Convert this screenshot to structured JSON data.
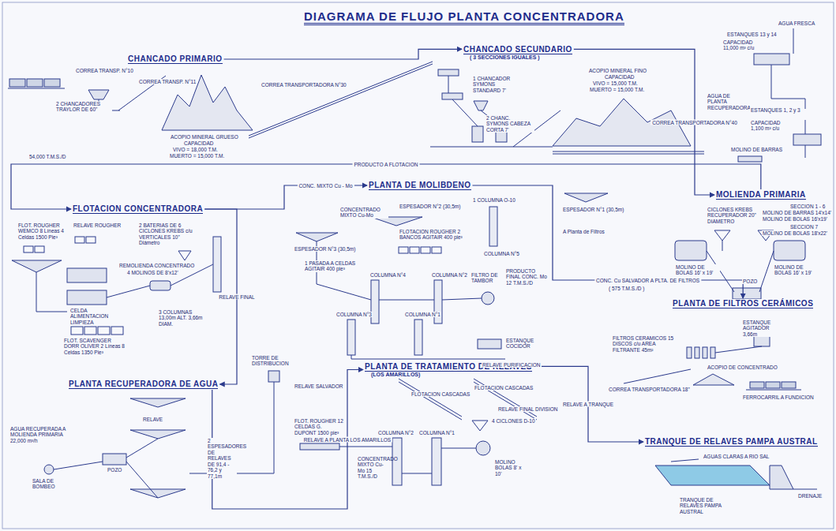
{
  "diagram": {
    "title": "DIAGRAMA DE FLUJO  PLANTA CONCENTRADORA",
    "nodes": [
      {
        "text": [
          "CHANCADO PRIMARIO"
        ]
      },
      {
        "text": [
          "CHANCADO SECUNDARIO",
          "( 3 SECCIONES IGUALES )"
        ]
      },
      {
        "text": [
          "MOLIENDA PRIMARIA"
        ]
      },
      {
        "text": [
          "FLOTACION CONCENTRADORA"
        ]
      },
      {
        "text": [
          "PLANTA DE MOLIBDENO"
        ]
      },
      {
        "text": [
          "PLANTA DE FILTROS CERÁMICOS"
        ]
      },
      {
        "text": [
          "PLANTA RECUPERADORA DE AGUA"
        ]
      },
      {
        "text": [
          "PLANTA DE TRATAMIENTO DE RELAVES",
          "(LOS AMARILLOS)"
        ]
      },
      {
        "text": [
          "TRANQUE DE RELAVES PAMPA AUSTRAL"
        ]
      }
    ],
    "edges": [
      {
        "from": 0,
        "to": 1,
        "arrow": "to"
      },
      {
        "from": 1,
        "to": 2,
        "label": "CORREA TRANSPORTADORA N°40",
        "arrow": "to"
      },
      {
        "from": 2,
        "to": 3,
        "label": "PRODUCTO A FLOTACION",
        "arrow": "to"
      },
      {
        "from": 3,
        "to": 4,
        "label": "CONC. MIXTO Cu - Mo",
        "arrow": "to"
      },
      {
        "from": 4,
        "to": 5,
        "label": "CONC. Cu SALVADOR A PLTA. DE FILTROS",
        "arrow": "to"
      },
      {
        "from": 3,
        "to": 6,
        "label": "RELAVE FINAL",
        "arrow": "to"
      },
      {
        "from": 6,
        "to": 7,
        "label": "RELAVE A PLANTA LOS AMARILLOS",
        "arrow": "to"
      },
      {
        "from": 7,
        "to": 8,
        "label": "RELAVE A TRANQUE",
        "arrow": "to"
      }
    ],
    "labels": [
      "CORREA TRANSP. N°10",
      "CORREA TRANSP. N°11",
      "2 CHANCADORES TRAYLOR DE 60\"",
      "ACOPIO MINERAL GRUESO",
      "CAPACIDAD",
      "VIVO = 18,000 T.M.",
      "MUERTO = 15,000 T.M.",
      "CORREA TRANSPORTADORA N°30",
      "1 CHANCADOR SYMONS STANDARD 7'",
      "2 CHANC. SYMONS CABEZA CORTA 7'",
      "ACOPIO MINERAL FINO",
      "CAPACIDAD",
      "VIVO = 15,000 T.M.",
      "MUERTO = 15,000 T.M.",
      "AGUA FRESCA",
      "ESTANQUES 13 y 14",
      "CAPACIDAD 11,000 m³ c/u",
      "AGUA DE PLANTA RECUPERADORA",
      "ESTANQUES 1, 2 y 3",
      "CAPACIDAD 1,100 m³ c/u",
      "MOLINO DE BARRAS",
      "54,000 T.M.S./D",
      "SECCION 1 - 6",
      "MOLINO DE BARRAS 14'x14'",
      "MOLINO DE BOLAS 16'x19'",
      "SECCION 7",
      "MOLINO DE BOLAS 18'x22'",
      "CICLONES KREBS RECUPERADOR 20\" DIAMETRO",
      "MOLINO DE BOLAS 16' x 19'",
      "MOLINO DE BOLAS 16' x 19'",
      "POZO",
      "FLOT. ROUGHER WEMCO 8 Líneas 4 Celdas 1500 Pie³",
      "RELAVE ROUGHER",
      "2 BATERIAS DE 6 CICLONES KREBS c/u VERTICALES 10\" Diámetro",
      "REMOLIENDA CONCENTRADO",
      "4 MOLINOS DE 8'x12'",
      "CELDA ALIMENTACION LIMPIEZA",
      "3 COLUMNAS 13,00m ALT. 3,66m DIAM.",
      "FLOT. SCAVENGER DORR OLIVER 2 Líneas 8 Celdas 1350 Pie³",
      "ESPESADOR N°3 (30,5m)",
      "CONCENTRADO MIXTO Cu-Mo",
      "ESPESADOR N°2 (30,5m)",
      "FLOTACION ROUGHER 2 BANCOS AGITAIR 400 pie³",
      "1 COLUMNA O-10",
      "COLUMNA N°5",
      "ESPESADOR N°1 (30,5m)",
      "A Planta de Filtros",
      "FILTRO DE TAMBOR",
      "PRODUCTO FINAL CONC. Mo 12 T.M.S./D",
      "1 PASADA A CELDAS AGITAIR 400 pie³",
      "COLUMNA N°4",
      "COLUMNA N°3",
      "COLUMNA N°2",
      "COLUMNA N°1",
      "ESTANQUE COCIDOR",
      "RELAVE PURIFICACION",
      "( 575 T.M.S./D )",
      "ESTANQUE AGITADOR 3,66m",
      "FILTROS CERAMICOS 15 DISCOS c/u AREA FILTRANTE 45m²",
      "CORREA TRANSPORTADORA 18\"",
      "ACOPIO DE CONCENTRADO",
      "FERROCARRIL A FUNDICION",
      "AGUA RECUPERADA A MOLIENDA PRIMARIA 22,000 m³/h",
      "SALA DE BOMBEO",
      "POZO",
      "RELAVE",
      "2 ESPESADORES DE RELAVES DE 91,4 - 76,2 y 77,1m",
      "TORRE DE DISTRIBUCION",
      "RELAVE SALVADOR",
      "FLOTACION CASCADAS",
      "FLOTACION CASCADAS",
      "RELAVE FINAL DIVISION",
      "FLOT. ROUGHER 12 CELDAS G. DUPONT 1500 pie³",
      "CONCENTRADO MIXTO Cu-Mo 15 T.M.S./D",
      "COLUMNA N°2",
      "COLUMNA N°1",
      "4 CICLONES D-10",
      "MOLINO BOLAS 8' x 10'",
      "AGUAS CLARAS A RIO SAL",
      "TRANQUE DE RELAVES PAMPA AUSTRAL",
      "DRENAJE"
    ]
  }
}
